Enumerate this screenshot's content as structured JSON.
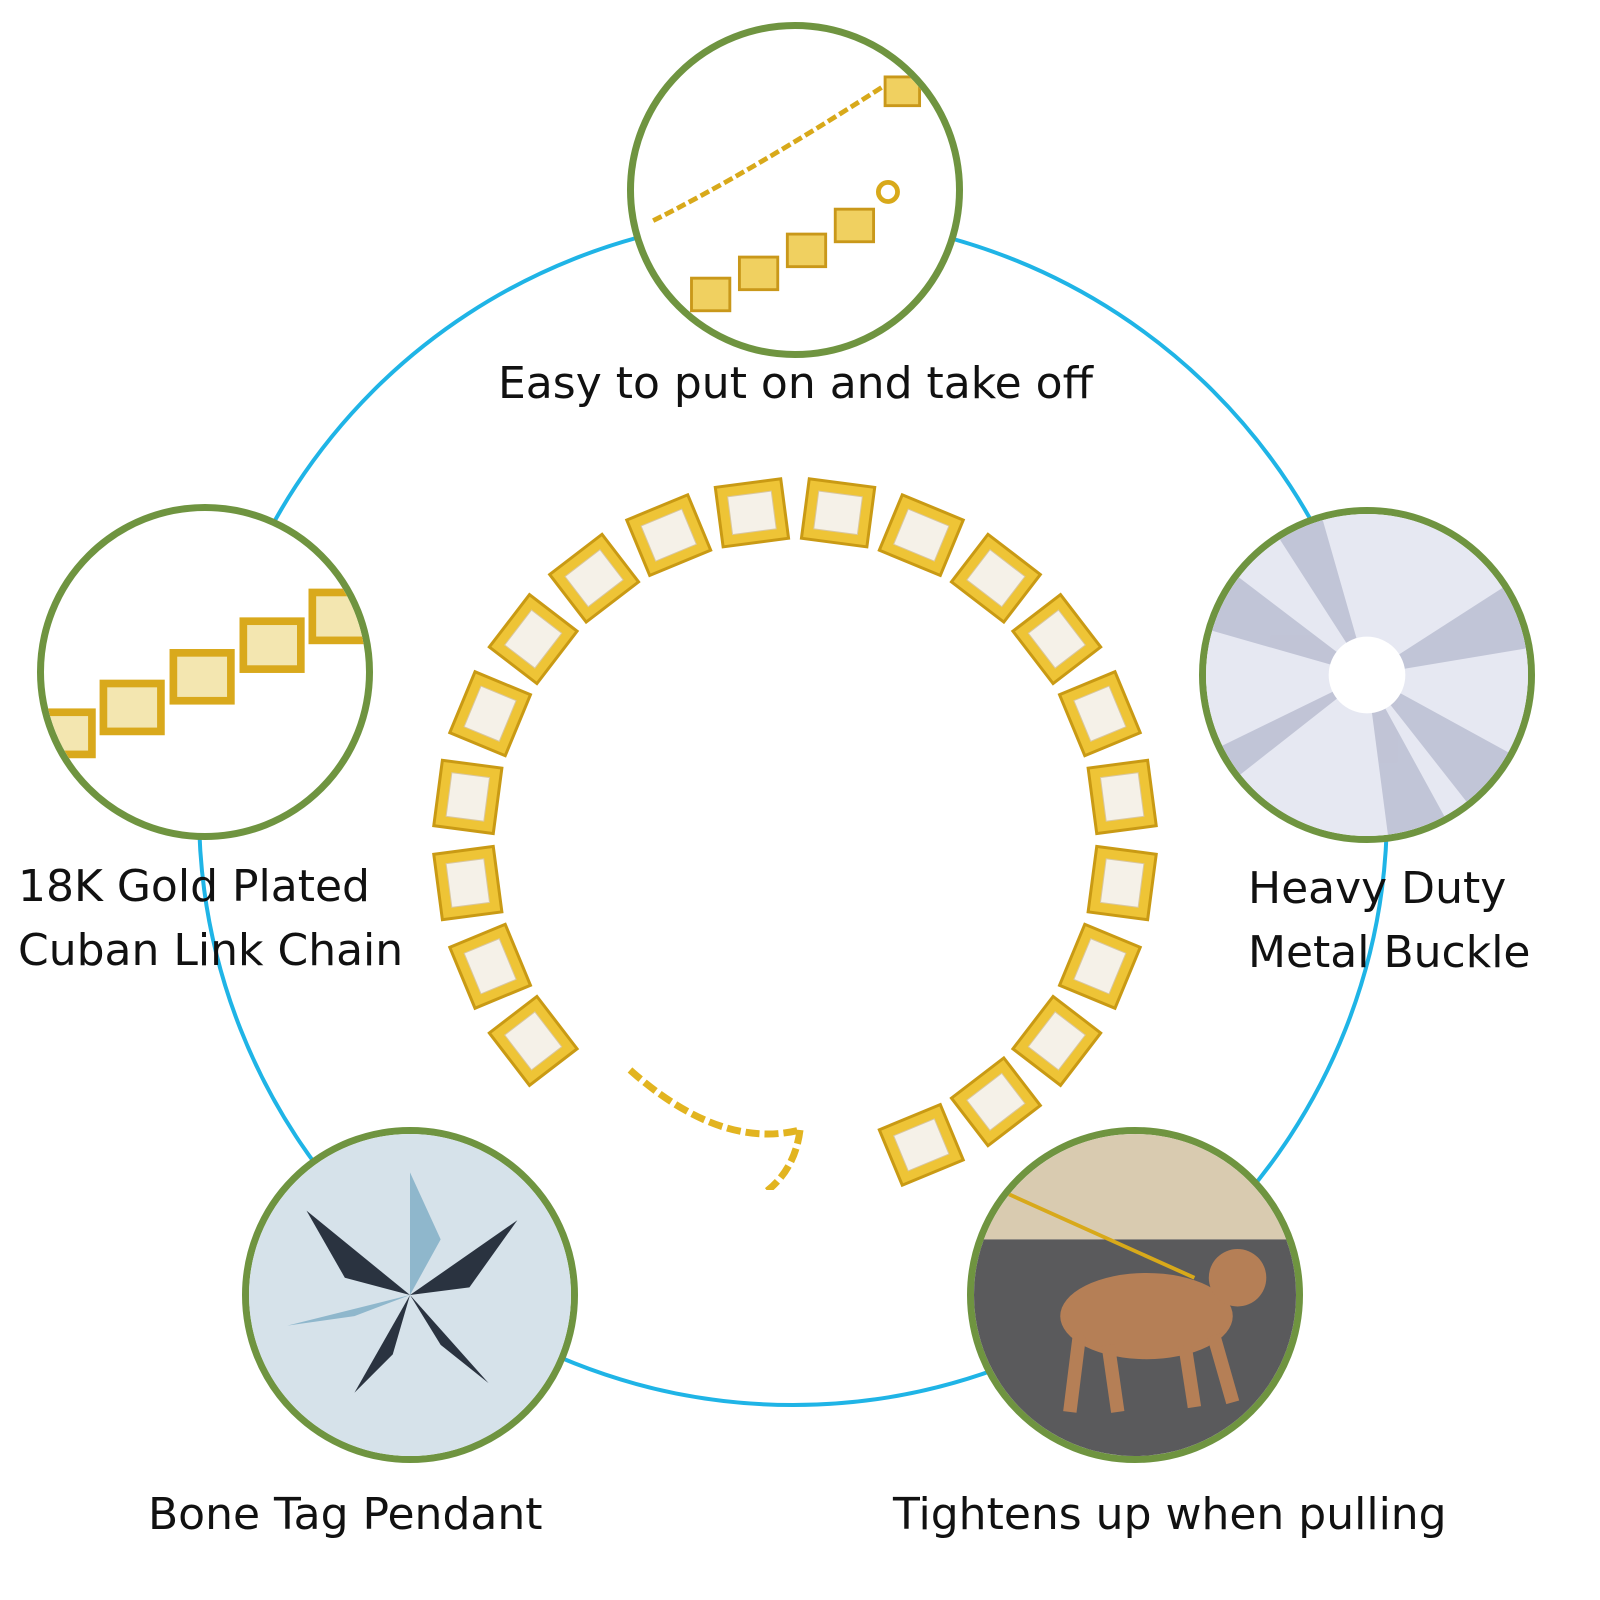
{
  "features": [
    {
      "id": "clasp",
      "label": "Easy to put on and take off"
    },
    {
      "id": "gold",
      "label_lines": [
        "18K Gold Plated",
        "Cuban Link Chain"
      ]
    },
    {
      "id": "buckle",
      "label_lines": [
        "Heavy Duty",
        "Metal Buckle"
      ]
    },
    {
      "id": "pendant",
      "label": "Bone Tag Pendant"
    },
    {
      "id": "tighten",
      "label": "Tightens up when pulling"
    }
  ],
  "colors": {
    "ring": "#1fb4e6",
    "badge_border": "#6f9440",
    "gold": "#e8b820"
  }
}
